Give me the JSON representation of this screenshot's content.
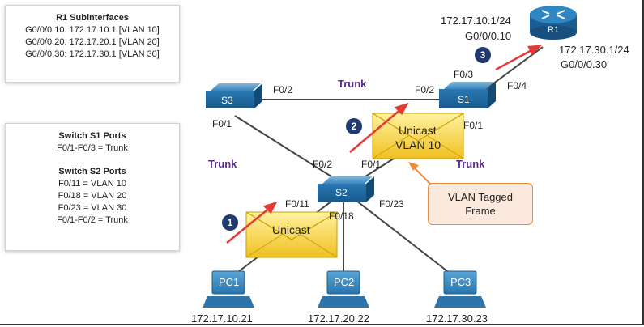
{
  "r1_box": {
    "title": "R1 Subinterfaces",
    "lines": [
      "G0/0/0.10: 172.17.10.1 [VLAN 10]",
      "G0/0/0.20: 172.17.20.1 [VLAN 20]",
      "G0/0/0.30: 172.17.30.1 [VLAN 30]"
    ]
  },
  "s1_box": {
    "title": "Switch S1 Ports",
    "line1": "F0/1-F0/3 = Trunk"
  },
  "s2_box": {
    "title": "Switch S2 Ports",
    "lines": [
      "F0/11 = VLAN 10",
      "F0/18 = VLAN 20",
      "F0/23 = VLAN 30",
      "F0/1-F0/2 = Trunk"
    ]
  },
  "router": {
    "name": "R1",
    "ip_left": "172.17.10.1/24",
    "if_left": "G0/0/0.10",
    "ip_right": "172.17.30.1/24",
    "if_right": "G0/0/0.30"
  },
  "switches": {
    "s1": "S1",
    "s2": "S2",
    "s3": "S3"
  },
  "ports": {
    "s3_f02": "F0/2",
    "s3_f01": "F0/1",
    "s1_f02": "F0/2",
    "s1_f03": "F0/3",
    "s1_f04": "F0/4",
    "s1_f01": "F0/1",
    "s2_f02": "F0/2",
    "s2_f01": "F0/1",
    "s2_f011": "F0/11",
    "s2_f018": "F0/18",
    "s2_f023": "F0/23"
  },
  "trunk_labels": {
    "top": "Trunk",
    "left": "Trunk",
    "right": "Trunk"
  },
  "envelopes": {
    "unicast_lower": "Unicast",
    "unicast_upper_line1": "Unicast",
    "unicast_upper_line2": "VLAN 10"
  },
  "tagged_callout": {
    "line1": "VLAN Tagged",
    "line2": "Frame"
  },
  "steps": [
    "1",
    "2",
    "3"
  ],
  "pcs": [
    {
      "name": "PC1",
      "ip": "172.17.10.21"
    },
    {
      "name": "PC2",
      "ip": "172.17.20.22"
    },
    {
      "name": "PC3",
      "ip": "172.17.30.23"
    }
  ],
  "colors": {
    "trunk_text": "#5a2a8a",
    "device_blue": "#1e6fa8",
    "arrow_red": "#e53935",
    "envelope_yellow": "#f5d33c",
    "callout_border": "#f08c3c",
    "step_badge": "#1f3b6e"
  }
}
